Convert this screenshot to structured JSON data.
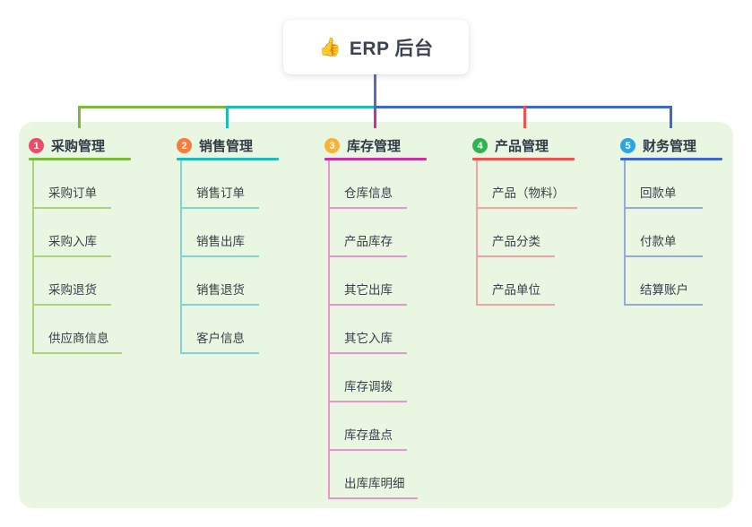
{
  "root": {
    "title": "ERP 后台",
    "icon": "thumbs-up-icon",
    "emoji": "👍",
    "stem_color": "#5a68c6"
  },
  "panel": {
    "background": "#e9f6e2"
  },
  "branches": [
    {
      "num": "1",
      "title": "采购管理",
      "badge_color": "#ea4c6a",
      "line_color": "#7cb93e",
      "light_color": "#abd37f",
      "children": [
        "采购订单",
        "采购入库",
        "采购退货",
        "供应商信息"
      ]
    },
    {
      "num": "2",
      "title": "销售管理",
      "badge_color": "#f97c3d",
      "line_color": "#1dbcb4",
      "light_color": "#7fd6d0",
      "children": [
        "销售订单",
        "销售出库",
        "销售退货",
        "客户信息"
      ]
    },
    {
      "num": "3",
      "title": "库存管理",
      "badge_color": "#f9b233",
      "line_color": "#ce2f9e",
      "light_color": "#ef93cd",
      "children": [
        "仓库信息",
        "产品库存",
        "其它出库",
        "其它入库",
        "库存调拨",
        "库存盘点",
        "出库库明细"
      ]
    },
    {
      "num": "4",
      "title": "产品管理",
      "badge_color": "#2fb44f",
      "line_color": "#f0534f",
      "light_color": "#f5a3a2",
      "children": [
        "产品（物料）",
        "产品分类",
        "产品单位"
      ]
    },
    {
      "num": "5",
      "title": "财务管理",
      "badge_color": "#29a7e4",
      "line_color": "#3e68d0",
      "light_color": "#94a9e2",
      "children": [
        "回款单",
        "付款单",
        "结算账户"
      ]
    }
  ]
}
